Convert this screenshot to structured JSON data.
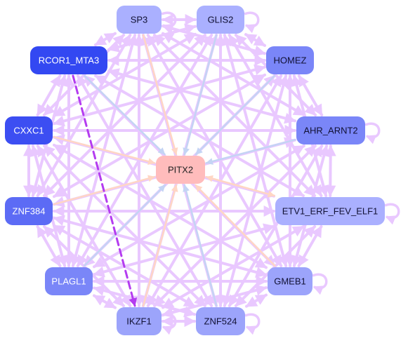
{
  "colors": {
    "edge_default": "#e9c8ff",
    "edge_highlight": "#b43cf0",
    "edge_peach": "#ffd6c4",
    "edge_blue": "#c4d4f4",
    "center_node": "#ffbcbc",
    "center_text": "#222222"
  },
  "nodes": [
    {
      "id": "SP3",
      "label": "SP3",
      "color": "#aab0ff",
      "text": "#111133"
    },
    {
      "id": "GLIS2",
      "label": "GLIS2",
      "color": "#aab0ff",
      "text": "#111133"
    },
    {
      "id": "RCOR1_MTA3",
      "label": "RCOR1_MTA3",
      "color": "#3348f2",
      "text": "#ffffff"
    },
    {
      "id": "HOMEZ",
      "label": "HOMEZ",
      "color": "#7a86f8",
      "text": "#111133"
    },
    {
      "id": "CXXC1",
      "label": "CXXC1",
      "color": "#3c4ef2",
      "text": "#ffffff"
    },
    {
      "id": "AHR_ARNT2",
      "label": "AHR_ARNT2",
      "color": "#7a86f8",
      "text": "#111133"
    },
    {
      "id": "PITX2",
      "label": "PITX2",
      "color": "#ffbcbc",
      "text": "#222222"
    },
    {
      "id": "ZNF384",
      "label": "ZNF384",
      "color": "#5c6bf5",
      "text": "#ffffff"
    },
    {
      "id": "ETV1_ERF_FEV_ELF1",
      "label": "ETV1_ERF_FEV_ELF1",
      "color": "#aab0ff",
      "text": "#111133"
    },
    {
      "id": "PLAGL1",
      "label": "PLAGL1",
      "color": "#7a86f8",
      "text": "#ffffff"
    },
    {
      "id": "GMEB1",
      "label": "GMEB1",
      "color": "#9ca4fb",
      "text": "#111133"
    },
    {
      "id": "IKZF1",
      "label": "IKZF1",
      "color": "#9ca4fb",
      "text": "#111133"
    },
    {
      "id": "ZNF524",
      "label": "ZNF524",
      "color": "#9ca4fb",
      "text": "#111133"
    }
  ],
  "edges": [
    {
      "from": "SP3",
      "to": "PITX2",
      "kind": "peach"
    },
    {
      "from": "GLIS2",
      "to": "PITX2",
      "kind": "blue"
    },
    {
      "from": "HOMEZ",
      "to": "PITX2",
      "kind": "blue"
    },
    {
      "from": "AHR_ARNT2",
      "to": "PITX2",
      "kind": "blue"
    },
    {
      "from": "ETV1_ERF_FEV_ELF1",
      "to": "PITX2",
      "kind": "peach"
    },
    {
      "from": "GMEB1",
      "to": "PITX2",
      "kind": "peach"
    },
    {
      "from": "ZNF524",
      "to": "PITX2",
      "kind": "blue"
    },
    {
      "from": "IKZF1",
      "to": "PITX2",
      "kind": "peach"
    },
    {
      "from": "PLAGL1",
      "to": "PITX2",
      "kind": "blue"
    },
    {
      "from": "ZNF384",
      "to": "PITX2",
      "kind": "peach"
    },
    {
      "from": "CXXC1",
      "to": "PITX2",
      "kind": "peach"
    },
    {
      "from": "RCOR1_MTA3",
      "to": "PITX2",
      "kind": "blue"
    },
    {
      "from": "PITX2",
      "to": "ETV1_ERF_FEV_ELF1",
      "kind": "peach"
    },
    {
      "from": "RCOR1_MTA3",
      "to": "IKZF1",
      "kind": "highlight"
    },
    {
      "from": "HOMEZ",
      "to": "IKZF1",
      "kind": "default"
    },
    {
      "from": "HOMEZ",
      "to": "ZNF384",
      "kind": "default"
    },
    {
      "from": "SP3",
      "to": "GLIS2",
      "kind": "default"
    },
    {
      "from": "SP3",
      "to": "RCOR1_MTA3",
      "kind": "default"
    },
    {
      "from": "SP3",
      "to": "HOMEZ",
      "kind": "default"
    },
    {
      "from": "SP3",
      "to": "CXXC1",
      "kind": "default"
    },
    {
      "from": "SP3",
      "to": "AHR_ARNT2",
      "kind": "default"
    },
    {
      "from": "SP3",
      "to": "ZNF384",
      "kind": "default"
    },
    {
      "from": "SP3",
      "to": "ETV1_ERF_FEV_ELF1",
      "kind": "default"
    },
    {
      "from": "SP3",
      "to": "PLAGL1",
      "kind": "default"
    },
    {
      "from": "SP3",
      "to": "GMEB1",
      "kind": "default"
    },
    {
      "from": "SP3",
      "to": "IKZF1",
      "kind": "default"
    },
    {
      "from": "SP3",
      "to": "ZNF524",
      "kind": "default"
    },
    {
      "from": "GLIS2",
      "to": "HOMEZ",
      "kind": "default"
    },
    {
      "from": "GLIS2",
      "to": "RCOR1_MTA3",
      "kind": "default"
    },
    {
      "from": "GLIS2",
      "to": "CXXC1",
      "kind": "default"
    },
    {
      "from": "GLIS2",
      "to": "AHR_ARNT2",
      "kind": "default"
    },
    {
      "from": "GLIS2",
      "to": "ZNF384",
      "kind": "default"
    },
    {
      "from": "GLIS2",
      "to": "ETV1_ERF_FEV_ELF1",
      "kind": "default"
    },
    {
      "from": "GLIS2",
      "to": "PLAGL1",
      "kind": "default"
    },
    {
      "from": "GLIS2",
      "to": "GMEB1",
      "kind": "default"
    },
    {
      "from": "GLIS2",
      "to": "IKZF1",
      "kind": "default"
    },
    {
      "from": "GLIS2",
      "to": "ZNF524",
      "kind": "default"
    },
    {
      "from": "RCOR1_MTA3",
      "to": "CXXC1",
      "kind": "default"
    },
    {
      "from": "RCOR1_MTA3",
      "to": "HOMEZ",
      "kind": "default"
    },
    {
      "from": "RCOR1_MTA3",
      "to": "AHR_ARNT2",
      "kind": "default"
    },
    {
      "from": "RCOR1_MTA3",
      "to": "ZNF384",
      "kind": "default"
    },
    {
      "from": "RCOR1_MTA3",
      "to": "ETV1_ERF_FEV_ELF1",
      "kind": "default"
    },
    {
      "from": "RCOR1_MTA3",
      "to": "PLAGL1",
      "kind": "default"
    },
    {
      "from": "RCOR1_MTA3",
      "to": "GMEB1",
      "kind": "default"
    },
    {
      "from": "RCOR1_MTA3",
      "to": "ZNF524",
      "kind": "default"
    },
    {
      "from": "HOMEZ",
      "to": "AHR_ARNT2",
      "kind": "default"
    },
    {
      "from": "HOMEZ",
      "to": "CXXC1",
      "kind": "default"
    },
    {
      "from": "HOMEZ",
      "to": "ETV1_ERF_FEV_ELF1",
      "kind": "default"
    },
    {
      "from": "HOMEZ",
      "to": "PLAGL1",
      "kind": "default"
    },
    {
      "from": "HOMEZ",
      "to": "GMEB1",
      "kind": "default"
    },
    {
      "from": "HOMEZ",
      "to": "ZNF524",
      "kind": "default"
    },
    {
      "from": "CXXC1",
      "to": "ZNF384",
      "kind": "default"
    },
    {
      "from": "CXXC1",
      "to": "AHR_ARNT2",
      "kind": "default"
    },
    {
      "from": "CXXC1",
      "to": "ETV1_ERF_FEV_ELF1",
      "kind": "default"
    },
    {
      "from": "CXXC1",
      "to": "PLAGL1",
      "kind": "default"
    },
    {
      "from": "CXXC1",
      "to": "GMEB1",
      "kind": "default"
    },
    {
      "from": "CXXC1",
      "to": "IKZF1",
      "kind": "default"
    },
    {
      "from": "CXXC1",
      "to": "ZNF524",
      "kind": "default"
    },
    {
      "from": "AHR_ARNT2",
      "to": "ETV1_ERF_FEV_ELF1",
      "kind": "default"
    },
    {
      "from": "AHR_ARNT2",
      "to": "ZNF384",
      "kind": "default"
    },
    {
      "from": "AHR_ARNT2",
      "to": "PLAGL1",
      "kind": "default"
    },
    {
      "from": "AHR_ARNT2",
      "to": "GMEB1",
      "kind": "default"
    },
    {
      "from": "AHR_ARNT2",
      "to": "IKZF1",
      "kind": "default"
    },
    {
      "from": "AHR_ARNT2",
      "to": "ZNF524",
      "kind": "default"
    },
    {
      "from": "ZNF384",
      "to": "PLAGL1",
      "kind": "default"
    },
    {
      "from": "ZNF384",
      "to": "ETV1_ERF_FEV_ELF1",
      "kind": "default"
    },
    {
      "from": "ZNF384",
      "to": "GMEB1",
      "kind": "default"
    },
    {
      "from": "ZNF384",
      "to": "IKZF1",
      "kind": "default"
    },
    {
      "from": "ZNF384",
      "to": "ZNF524",
      "kind": "default"
    },
    {
      "from": "ETV1_ERF_FEV_ELF1",
      "to": "GMEB1",
      "kind": "default"
    },
    {
      "from": "ETV1_ERF_FEV_ELF1",
      "to": "PLAGL1",
      "kind": "default"
    },
    {
      "from": "ETV1_ERF_FEV_ELF1",
      "to": "IKZF1",
      "kind": "default"
    },
    {
      "from": "ETV1_ERF_FEV_ELF1",
      "to": "ZNF524",
      "kind": "default"
    },
    {
      "from": "PLAGL1",
      "to": "IKZF1",
      "kind": "default"
    },
    {
      "from": "PLAGL1",
      "to": "GMEB1",
      "kind": "default"
    },
    {
      "from": "PLAGL1",
      "to": "ZNF524",
      "kind": "default"
    },
    {
      "from": "GMEB1",
      "to": "ZNF524",
      "kind": "default"
    },
    {
      "from": "GMEB1",
      "to": "IKZF1",
      "kind": "default"
    },
    {
      "from": "IKZF1",
      "to": "ZNF524",
      "kind": "default"
    },
    {
      "from": "ZNF524",
      "to": "IKZF1",
      "kind": "default"
    }
  ],
  "self_loops": [
    "SP3",
    "GLIS2",
    "AHR_ARNT2",
    "ETV1_ERF_FEV_ELF1",
    "GMEB1",
    "IKZF1",
    "ZNF524"
  ]
}
